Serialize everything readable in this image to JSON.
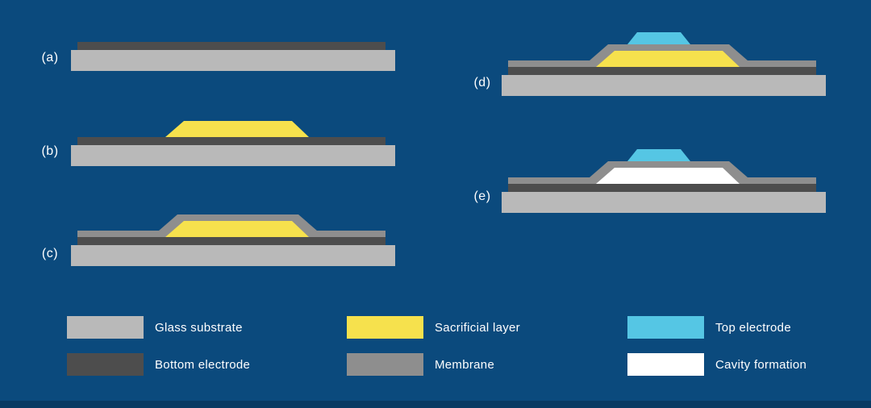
{
  "figure": {
    "type": "fabrication-process-diagram",
    "steps": [
      {
        "label": "(a)"
      },
      {
        "label": "(b)"
      },
      {
        "label": "(c)"
      },
      {
        "label": "(d)"
      },
      {
        "label": "(e)"
      }
    ]
  },
  "legend": [
    {
      "label": "Glass substrate",
      "color_key": "glass_substrate"
    },
    {
      "label": "Bottom electrode",
      "color_key": "bottom_electrode"
    },
    {
      "label": "Sacrificial layer",
      "color_key": "sacrificial_layer"
    },
    {
      "label": "Membrane",
      "color_key": "membrane"
    },
    {
      "label": "Top electrode",
      "color_key": "top_electrode"
    },
    {
      "label": "Cavity formation",
      "color_key": "cavity"
    }
  ],
  "colors": {
    "background": "#0b4a7d",
    "footer": "#083a63",
    "glass_substrate": "#b9b9b9",
    "bottom_electrode": "#4d4d4d",
    "sacrificial_layer": "#f6e14d",
    "membrane": "#8e8e8e",
    "top_electrode": "#55c6e4",
    "cavity": "#ffffff",
    "text": "#ffffff"
  }
}
